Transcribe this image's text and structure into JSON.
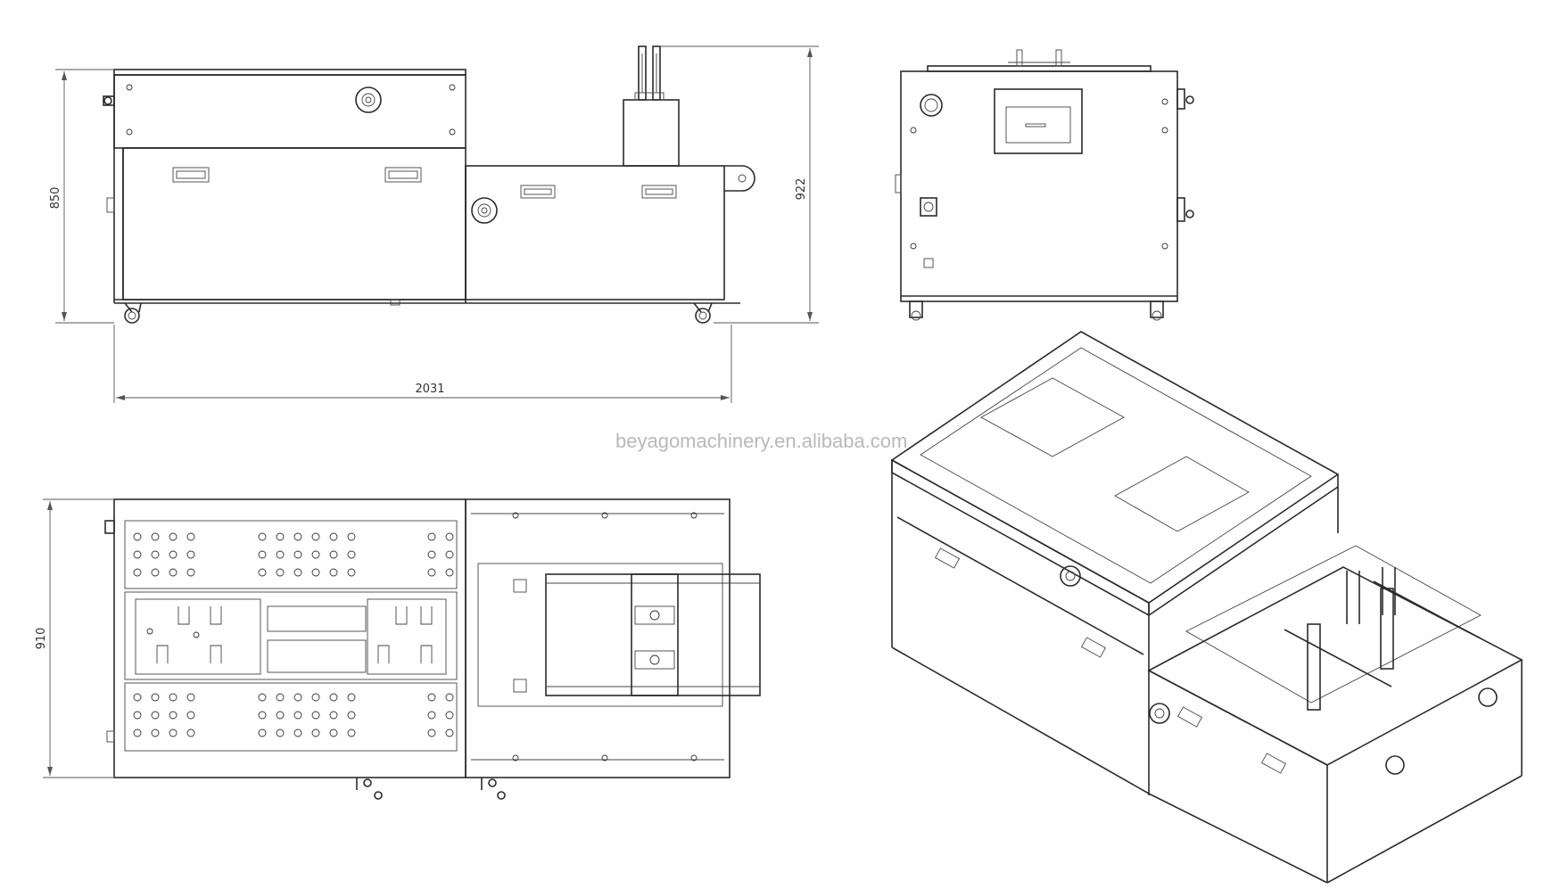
{
  "watermark": "beyagomachinery.en.alibaba.com",
  "dimensions": {
    "height_front": "850",
    "height_conveyor": "922",
    "length": "2031",
    "width_top": "910"
  },
  "colors": {
    "line": "#2b2b2b",
    "background": "#ffffff",
    "watermark": "#b9b9b9"
  }
}
